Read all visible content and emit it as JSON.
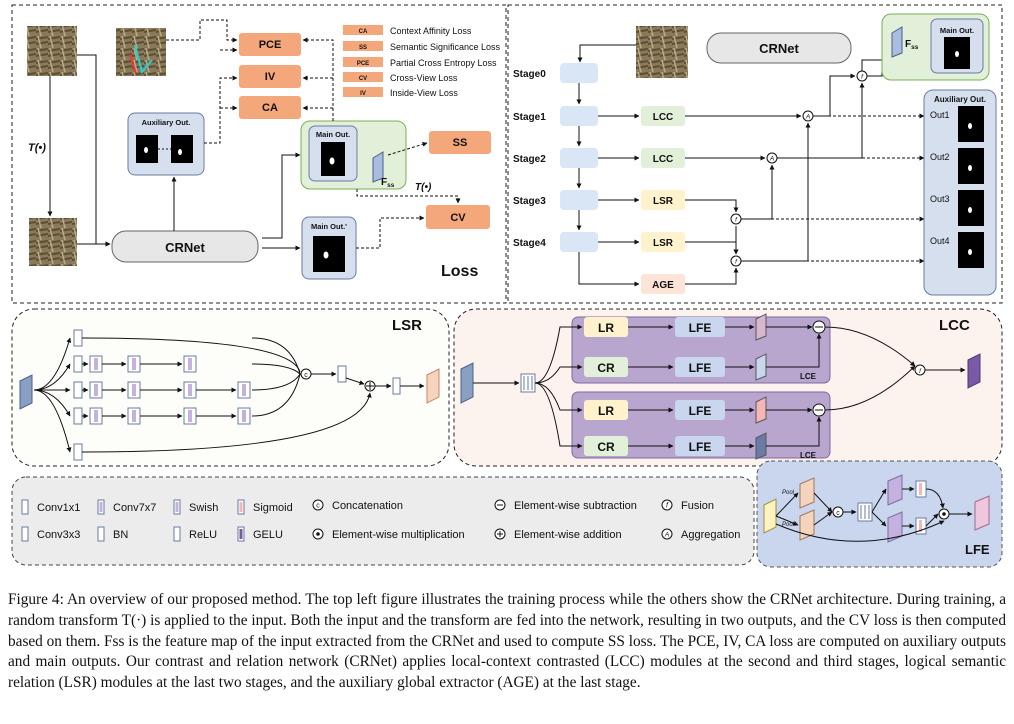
{
  "loss_panel": {
    "title": "Loss",
    "transform": "T(•)",
    "transform2": "T(•)",
    "network": "CRNet",
    "aux_out": "Auxiliary Out.",
    "main_out": "Main Out.",
    "main_out_t": "Main Out.'",
    "fss": "F",
    "fss_sub": "ss",
    "loss_boxes": [
      "PCE",
      "IV",
      "CA",
      "SS",
      "CV"
    ],
    "legend": [
      {
        "abbr": "CA",
        "desc": "Context Affinity Loss"
      },
      {
        "abbr": "SS",
        "desc": "Semantic Significance Loss"
      },
      {
        "abbr": "PCE",
        "desc": "Partial Cross Entropy Loss"
      },
      {
        "abbr": "CV",
        "desc": "Cross-View Loss"
      },
      {
        "abbr": "IV",
        "desc": "Inside-View Loss"
      }
    ]
  },
  "crnet_panel": {
    "title": "CRNet",
    "stages": [
      "Stage0",
      "Stage1",
      "Stage2",
      "Stage3",
      "Stage4"
    ],
    "modules": [
      "LCC",
      "LCC",
      "LSR",
      "LSR",
      "AGE"
    ],
    "aux_out": "Auxiliary Out.",
    "outs": [
      "Out1",
      "Out2",
      "Out3",
      "Out4"
    ],
    "main_out": "Main Out.",
    "fss": "F",
    "fss_sub": "ss"
  },
  "lsr_panel": {
    "title": "LSR"
  },
  "lcc_panel": {
    "title": "LCC",
    "rows": [
      "LR",
      "CR",
      "LR",
      "CR"
    ],
    "lfe": "LFE",
    "lce": "LCE"
  },
  "lfe_panel": {
    "title": "LFE",
    "labels": [
      "Pool",
      "Pool"
    ]
  },
  "legend": {
    "items": [
      "Conv1x1",
      "Conv3x3",
      "Conv7x7",
      "BN",
      "Swish",
      "ReLU",
      "Sigmoid",
      "GELU",
      "Concatenation",
      "Element-wise multiplication",
      "Element-wise subtraction",
      "Element-wise addition",
      "Fusion",
      "Aggregation"
    ]
  },
  "caption": "Figure 4: An overview of our proposed method. The top left figure illustrates the training process while the others show the CRNet architecture. During training, a random transform T(·) is applied to the input. Both the input and the transform are fed into the network, resulting in two outputs, and the CV loss is then computed based on them. Fss is the feature map of the input extracted from the CRNet and used to compute SS loss. The PCE, IV, CA loss are computed on auxiliary outputs and main outputs. Our contrast and relation network (CRNet) applies local-context contrasted (LCC) modules at the second and third stages, logical semantic relation (LSR) modules at the last two stages, and the auxiliary global extractor (AGE) at the last stage.",
  "colors": {
    "loss_orange": "#f4a77a",
    "stage_blue": "#d9e6f5",
    "green_bg": "#e2f0d9",
    "lcc_purple": "#b9a6cf",
    "lfe_blue": "#c9d6ee",
    "legend_bg": "#ececec"
  }
}
